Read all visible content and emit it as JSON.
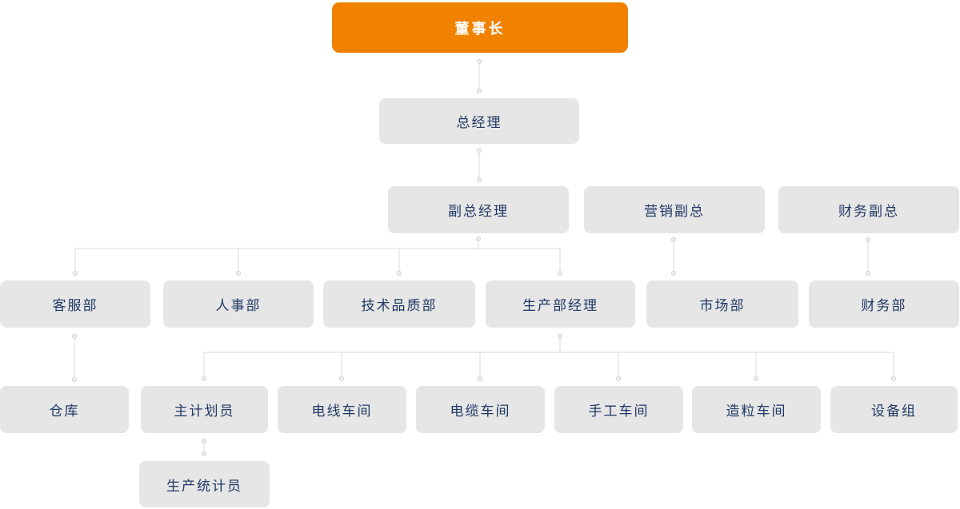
{
  "palette": {
    "background": "#ffffff",
    "root_bg": "#f08200",
    "root_text": "#ffffff",
    "node_bg": "#e6e6e6",
    "node_text": "#1f3864",
    "line": "#e1e1e1",
    "dot_fill": "#efefef",
    "dot_stroke": "#d7d7d7"
  },
  "org": {
    "nodes": [
      {
        "id": "chairman",
        "label": "董事长",
        "level": 1
      },
      {
        "id": "general-manager",
        "label": "总经理",
        "level": 2
      },
      {
        "id": "deputy-general-manager",
        "label": "副总经理",
        "level": 3
      },
      {
        "id": "marketing-vp",
        "label": "营销副总",
        "level": 3
      },
      {
        "id": "finance-vp",
        "label": "财务副总",
        "level": 3
      },
      {
        "id": "customer-service-dept",
        "label": "客服部",
        "level": 4
      },
      {
        "id": "hr-dept",
        "label": "人事部",
        "level": 4
      },
      {
        "id": "tech-quality-dept",
        "label": "技术品质部",
        "level": 4
      },
      {
        "id": "production-dept-manager",
        "label": "生产部经理",
        "level": 4
      },
      {
        "id": "market-dept",
        "label": "市场部",
        "level": 4
      },
      {
        "id": "finance-dept",
        "label": "财务部",
        "level": 4
      },
      {
        "id": "warehouse",
        "label": "仓库",
        "level": 5
      },
      {
        "id": "chief-planner",
        "label": "主计划员",
        "level": 5
      },
      {
        "id": "wire-workshop",
        "label": "电线车间",
        "level": 5
      },
      {
        "id": "cable-workshop",
        "label": "电缆车间",
        "level": 5
      },
      {
        "id": "manual-workshop",
        "label": "手工车间",
        "level": 5
      },
      {
        "id": "granulation-workshop",
        "label": "造粒车间",
        "level": 5
      },
      {
        "id": "equipment-group",
        "label": "设备组",
        "level": 5
      },
      {
        "id": "production-statistician",
        "label": "生产统计员",
        "level": 6
      }
    ],
    "edges": [
      {
        "from": "chairman",
        "to": "general-manager"
      },
      {
        "from": "general-manager",
        "to": "deputy-general-manager"
      },
      {
        "from": "deputy-general-manager",
        "to": "customer-service-dept"
      },
      {
        "from": "deputy-general-manager",
        "to": "hr-dept"
      },
      {
        "from": "deputy-general-manager",
        "to": "tech-quality-dept"
      },
      {
        "from": "deputy-general-manager",
        "to": "production-dept-manager"
      },
      {
        "from": "marketing-vp",
        "to": "market-dept"
      },
      {
        "from": "finance-vp",
        "to": "finance-dept"
      },
      {
        "from": "customer-service-dept",
        "to": "warehouse"
      },
      {
        "from": "production-dept-manager",
        "to": "chief-planner"
      },
      {
        "from": "production-dept-manager",
        "to": "wire-workshop"
      },
      {
        "from": "production-dept-manager",
        "to": "cable-workshop"
      },
      {
        "from": "production-dept-manager",
        "to": "manual-workshop"
      },
      {
        "from": "production-dept-manager",
        "to": "granulation-workshop"
      },
      {
        "from": "production-dept-manager",
        "to": "equipment-group"
      },
      {
        "from": "chief-planner",
        "to": "production-statistician"
      }
    ]
  }
}
